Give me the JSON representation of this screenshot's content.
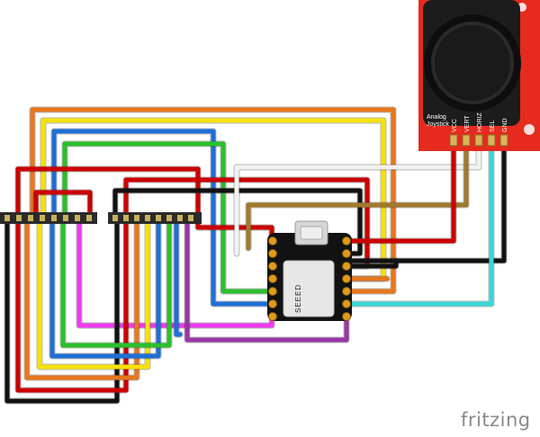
{
  "board": {
    "title_lines": [
      "Analog",
      "Joystick"
    ],
    "pins": [
      "VCC",
      "VERT",
      "HORIZ",
      "SEL",
      "GND"
    ],
    "color": "#e62a1e"
  },
  "mcu": {
    "label": "SEEED",
    "color": "#111111"
  },
  "logo": "fritzing",
  "colors": {
    "red": "#cc0000",
    "orange": "#e8761c",
    "yellow": "#f5e10a",
    "blue": "#1f6fd6",
    "green": "#2cbf2c",
    "magenta": "#ee3aee",
    "purple": "#9a35a4",
    "black": "#111111",
    "white": "#f2f2f2",
    "brown": "#a3792a",
    "cyan": "#39d7d7"
  }
}
